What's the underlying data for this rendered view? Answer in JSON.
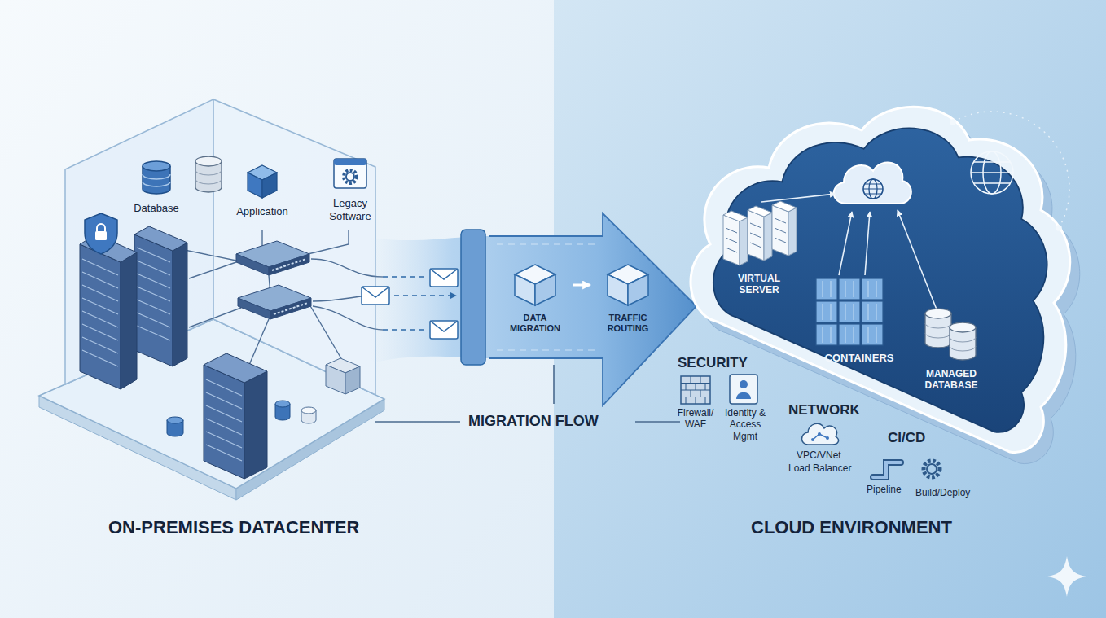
{
  "diagram": {
    "nodes": [
      {
        "text": [
          "ON-PREMISES DATACENTER"
        ]
      },
      {
        "text": [
          "Database"
        ],
        "in": 0
      },
      {
        "text": [
          "Application"
        ],
        "in": 0
      },
      {
        "text": [
          "Legacy Software"
        ],
        "in": 0
      },
      {
        "text": [
          "DATA MIGRATION"
        ]
      },
      {
        "text": [
          "TRAFFIC ROUTING"
        ]
      },
      {
        "text": [
          "CLOUD ENVIRONMENT"
        ]
      },
      {
        "text": [
          "VIRTUAL SERVER"
        ],
        "in": 6
      },
      {
        "text": [
          "CONTAINERS"
        ],
        "in": 6
      },
      {
        "text": [
          "MANAGED DATABASE"
        ],
        "in": 6
      }
    ],
    "edges": [
      {
        "from": 4,
        "to": 5,
        "arrow": "to"
      }
    ],
    "labels": [
      "MIGRATION FLOW",
      "SECURITY",
      "Firewall/ WAF",
      "Identity & Access Mgmt",
      "NETWORK",
      "VPC/VNet",
      "Load Balancer",
      "CI/CD",
      "Pipeline",
      "Build/Deploy"
    ]
  }
}
